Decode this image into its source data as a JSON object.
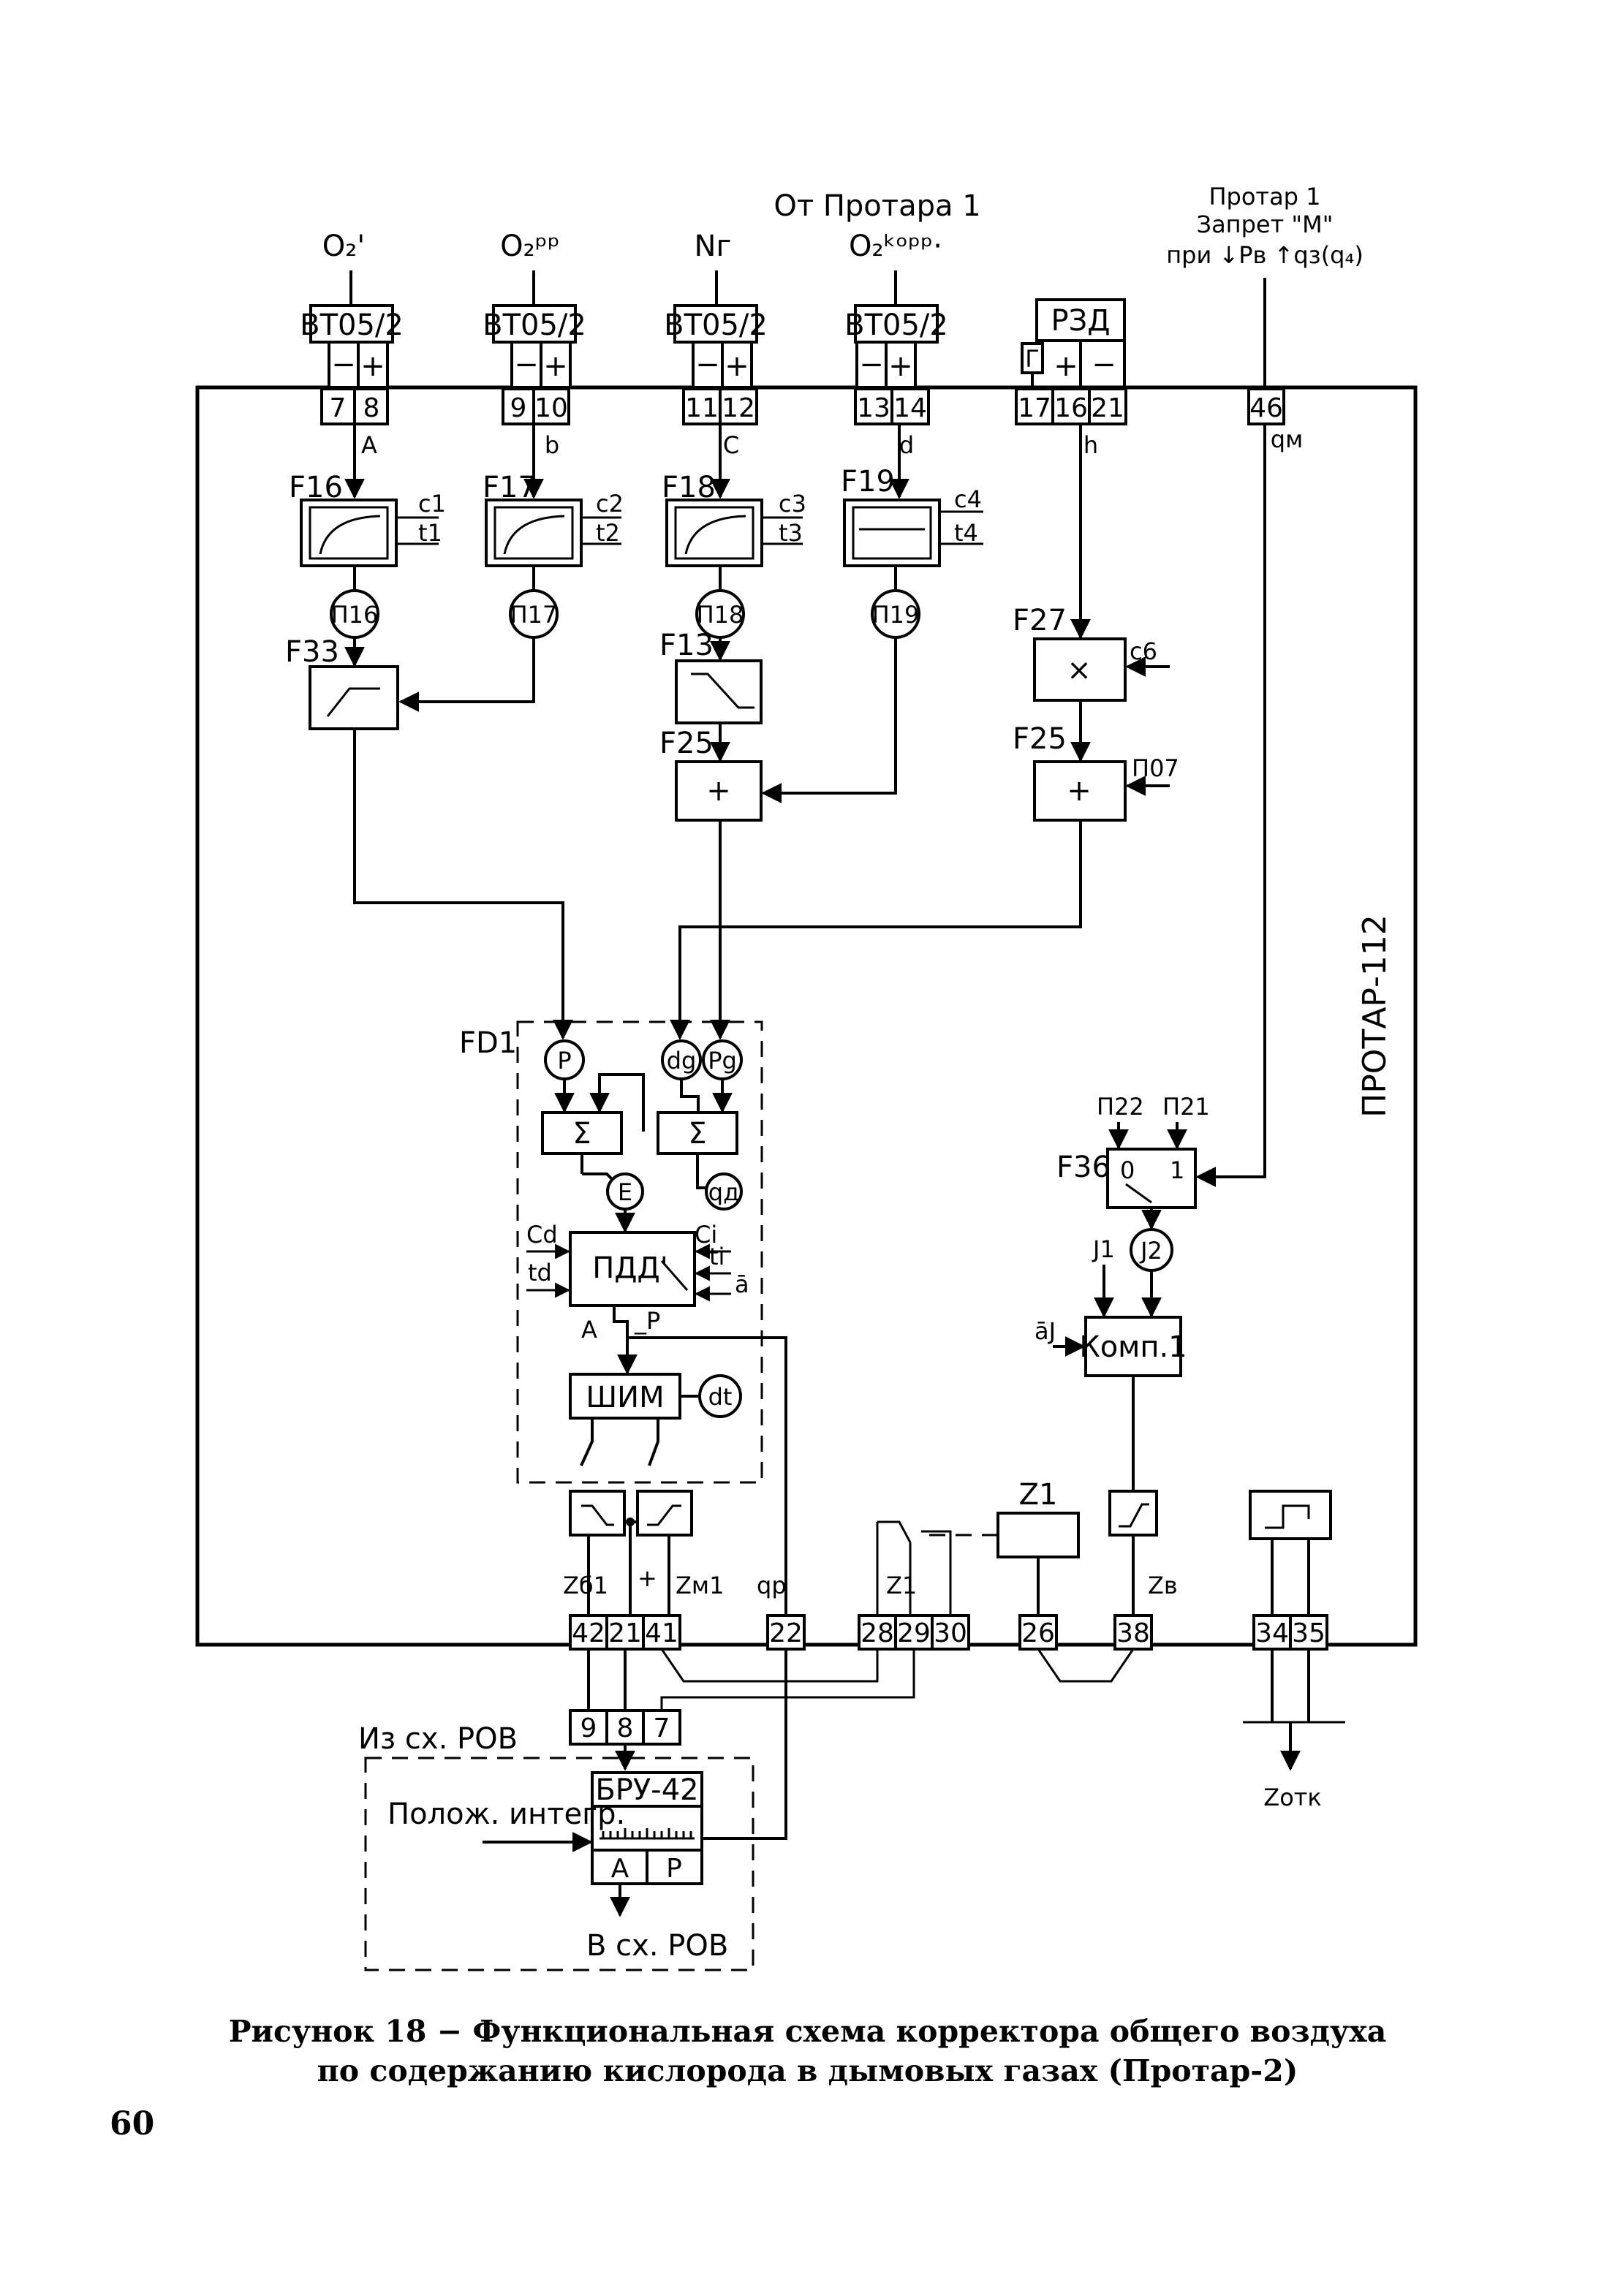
{
  "top_labels": {
    "o2_1": "O₂'",
    "o2_pr": "O₂ᵖᵖ",
    "nr": "Nг",
    "from_protar1": "От Протара 1",
    "o2_korr": "O₂ᵏᵒᵖᵖ·",
    "protar1_line1": "Протар 1",
    "protar1_line2": "Запрет \"М\"",
    "protar1_line3": "при ↓Pв ↑qз(q₄)"
  },
  "converters": [
    "ВТ05/2",
    "ВТ05/2",
    "ВТ05/2",
    "ВТ05/2"
  ],
  "rzd": "РЗД",
  "rzd_g": "Г",
  "minus": "−",
  "plus": "+",
  "terminals_top": [
    "7",
    "8",
    "9",
    "10",
    "11",
    "12",
    "13",
    "14",
    "17",
    "16",
    "21",
    "46"
  ],
  "signals_top": [
    "A",
    "b",
    "C",
    "d",
    "h",
    "qм"
  ],
  "filters": [
    "F16",
    "F17",
    "F18",
    "F19"
  ],
  "filter_params": [
    [
      "c1",
      "t1"
    ],
    [
      "c2",
      "t2"
    ],
    [
      "c3",
      "t3"
    ],
    [
      "c4",
      "t4"
    ]
  ],
  "params_p": [
    "П16",
    "П17",
    "П18",
    "П19"
  ],
  "f33": "F33",
  "f13": "F13",
  "f27": "F27",
  "f25a": "F25",
  "f25b": "F25",
  "mult": "×",
  "c6": "c6",
  "p07": "П07",
  "fd1": "FD1",
  "fd1_inputs": [
    "P",
    "dg",
    "Pg"
  ],
  "sigma": "Σ",
  "e_label": "E",
  "qd_label": "qд",
  "pdd": "ПДД'",
  "pdd_inputs": [
    "Cd",
    "td",
    "Ci",
    "ti",
    "ā"
  ],
  "pdd_out_a": "A",
  "pdd_out_p": "_P",
  "shim": "ШИМ",
  "dt": "dt",
  "side_label": "ПРОТАР-112",
  "f36": "F36",
  "p22": "П22",
  "p21": "П21",
  "f36_pos": [
    "0",
    "1"
  ],
  "j1": "J1",
  "j2": "J2",
  "a_j": "āJ",
  "komp": "Комп.1",
  "z1": "Z1",
  "bottom_signals": [
    "Zб1",
    "+",
    "Zм1",
    "qр",
    "Z1",
    "Zв"
  ],
  "terminals_bottom": [
    "42",
    "21",
    "41",
    "22",
    "28",
    "29",
    "30",
    "26",
    "38",
    "34",
    "35"
  ],
  "rov_terminals": [
    "9",
    "8",
    "7"
  ],
  "from_rov": "Из сх. РОВ",
  "bru": "БРУ-42",
  "polozh": "Полож. интегр.",
  "bru_ap": [
    "A",
    "P"
  ],
  "to_rov": "В сх. РОВ",
  "z_otk": "Zотк",
  "caption_line1": "Рисунок 18 − Функциональная схема корректора общего воздуха",
  "caption_line2": "по содержанию кислорода в дымовых газах (Протар-2)",
  "page_number": "60"
}
